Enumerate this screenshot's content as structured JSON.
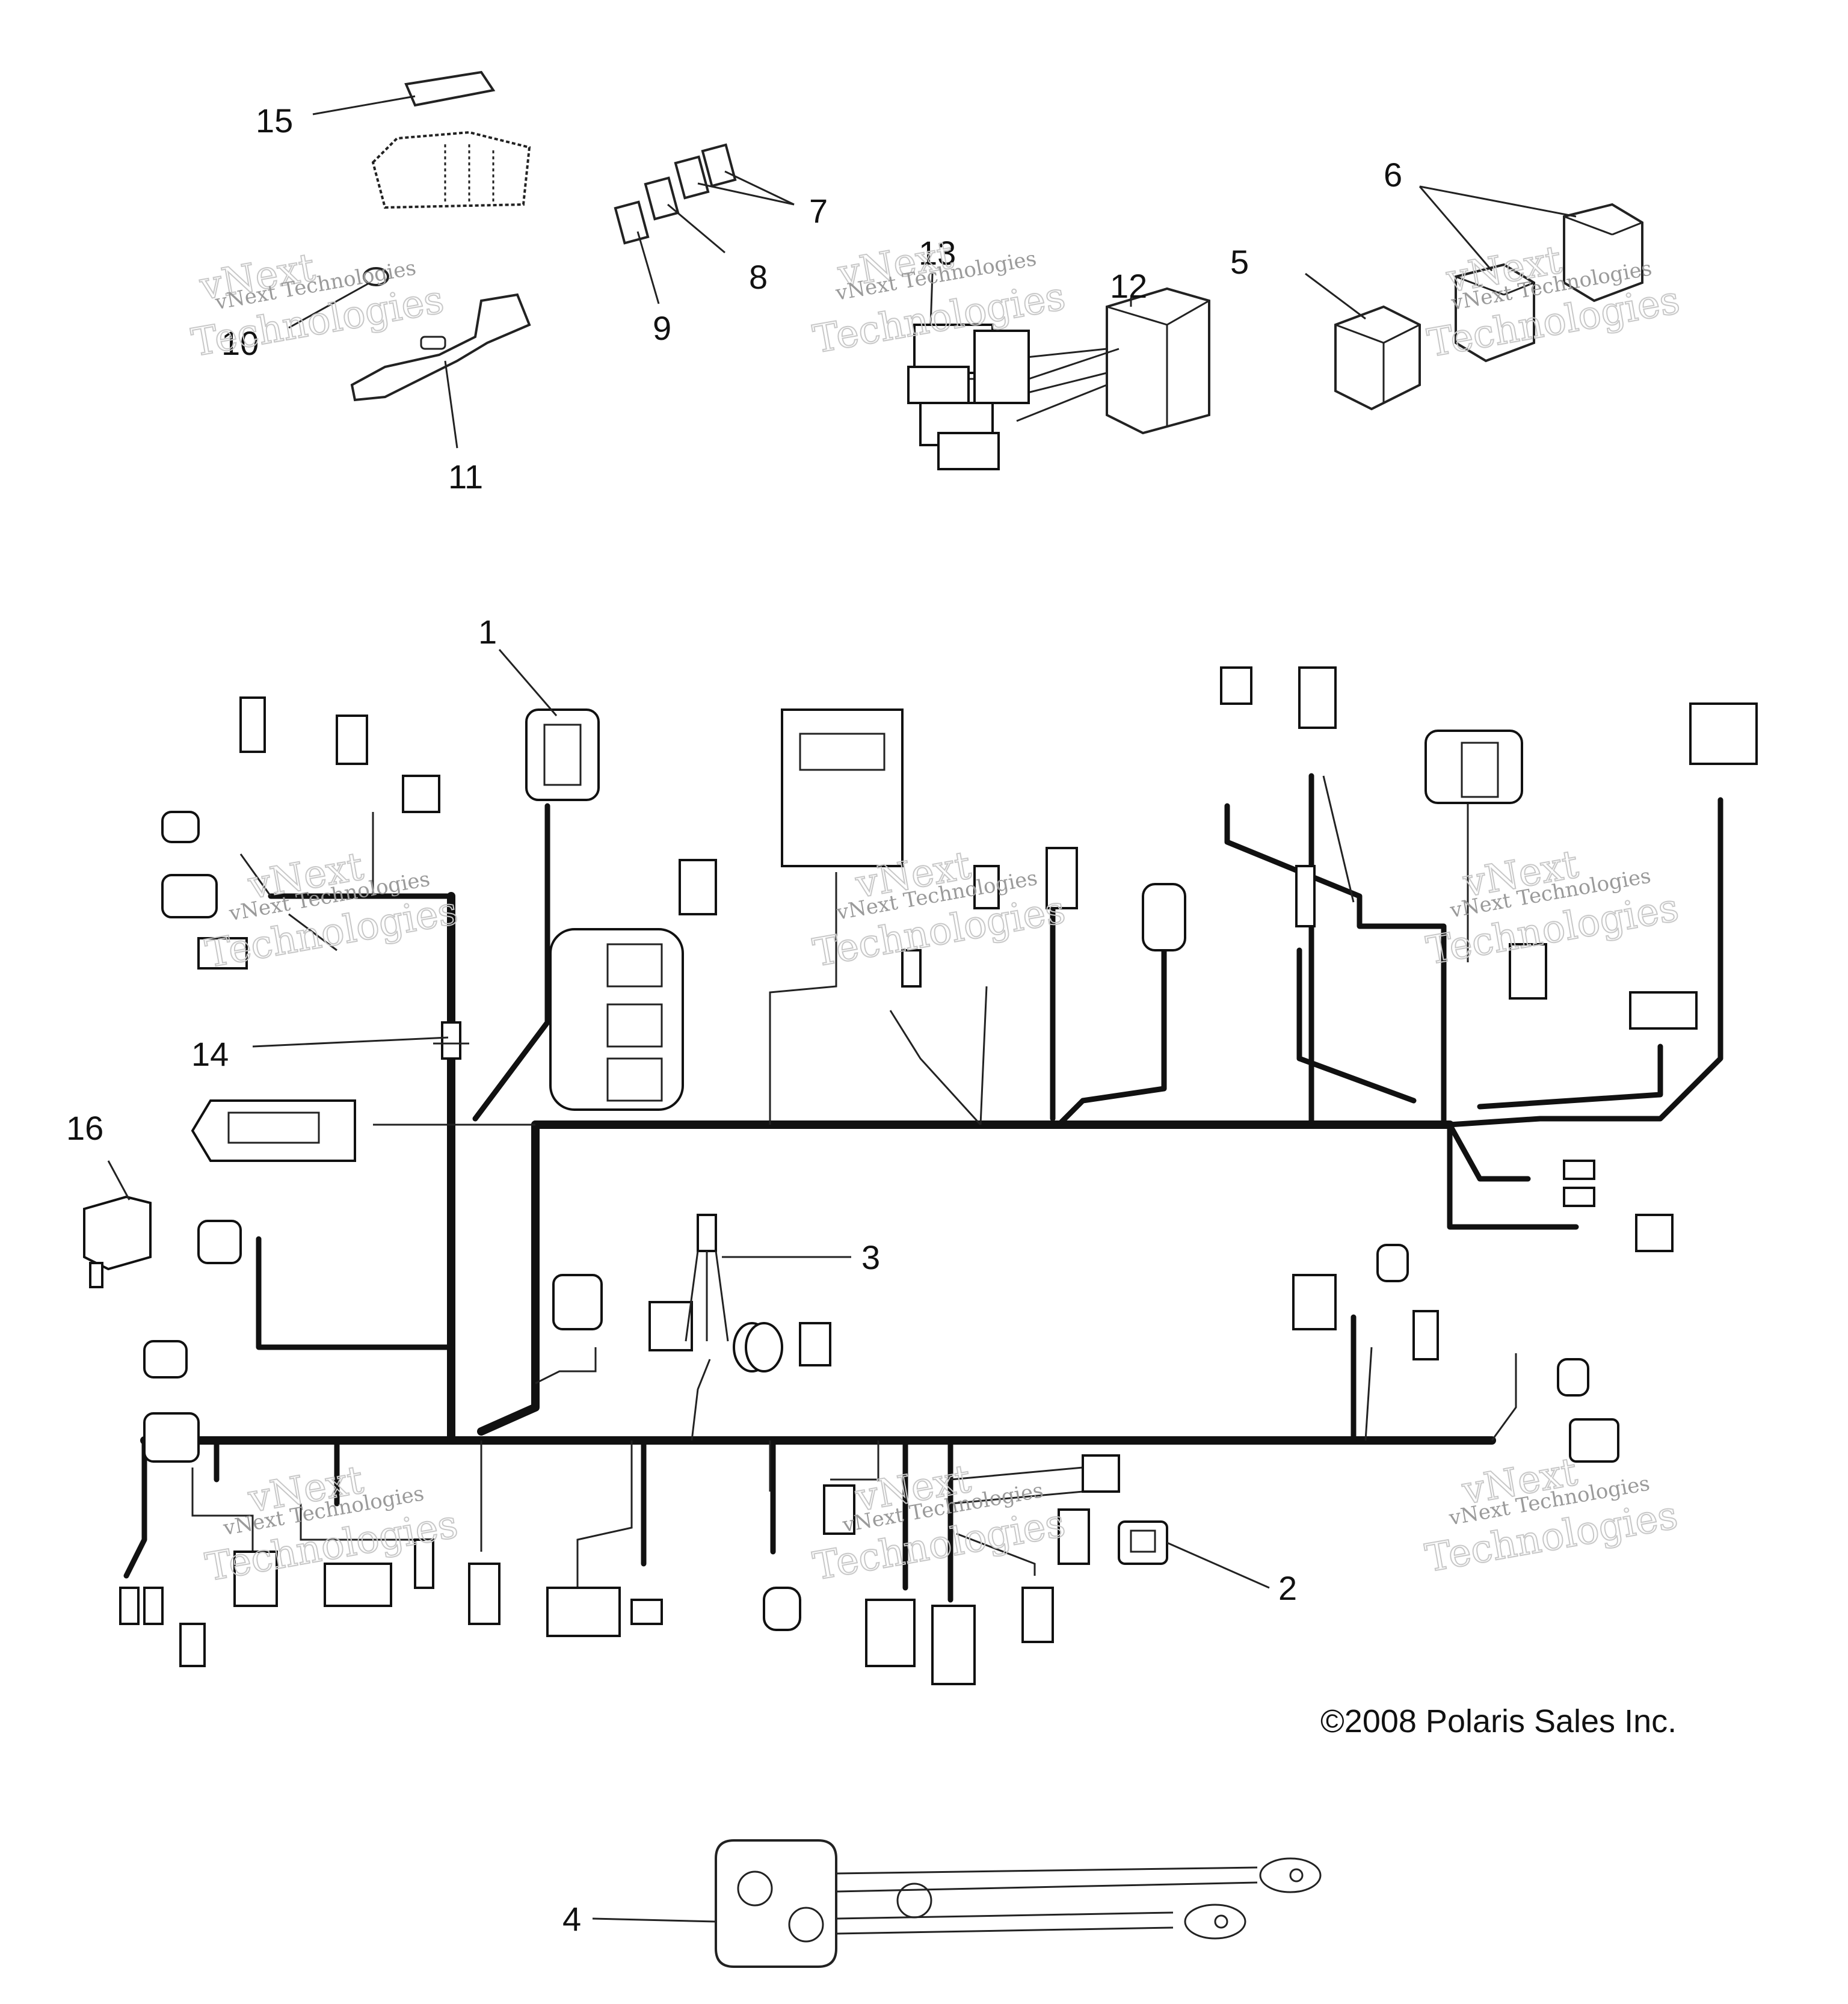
{
  "callouts": {
    "c1": "1",
    "c2": "2",
    "c3": "3",
    "c4": "4",
    "c5": "5",
    "c6": "6",
    "c7": "7",
    "c8": "8",
    "c9": "9",
    "c10": "10",
    "c11": "11",
    "c12": "12",
    "c13": "13",
    "c14": "14",
    "c15": "15",
    "c16": "16"
  },
  "copyright": "©2008 Polaris Sales Inc.",
  "watermark": {
    "line1": "vNext Technologies",
    "line2": "vNext",
    "line3": "Technologies"
  },
  "colors": {
    "ink": "#111111",
    "paper": "#ffffff",
    "watermark": "#9a9a9a"
  }
}
